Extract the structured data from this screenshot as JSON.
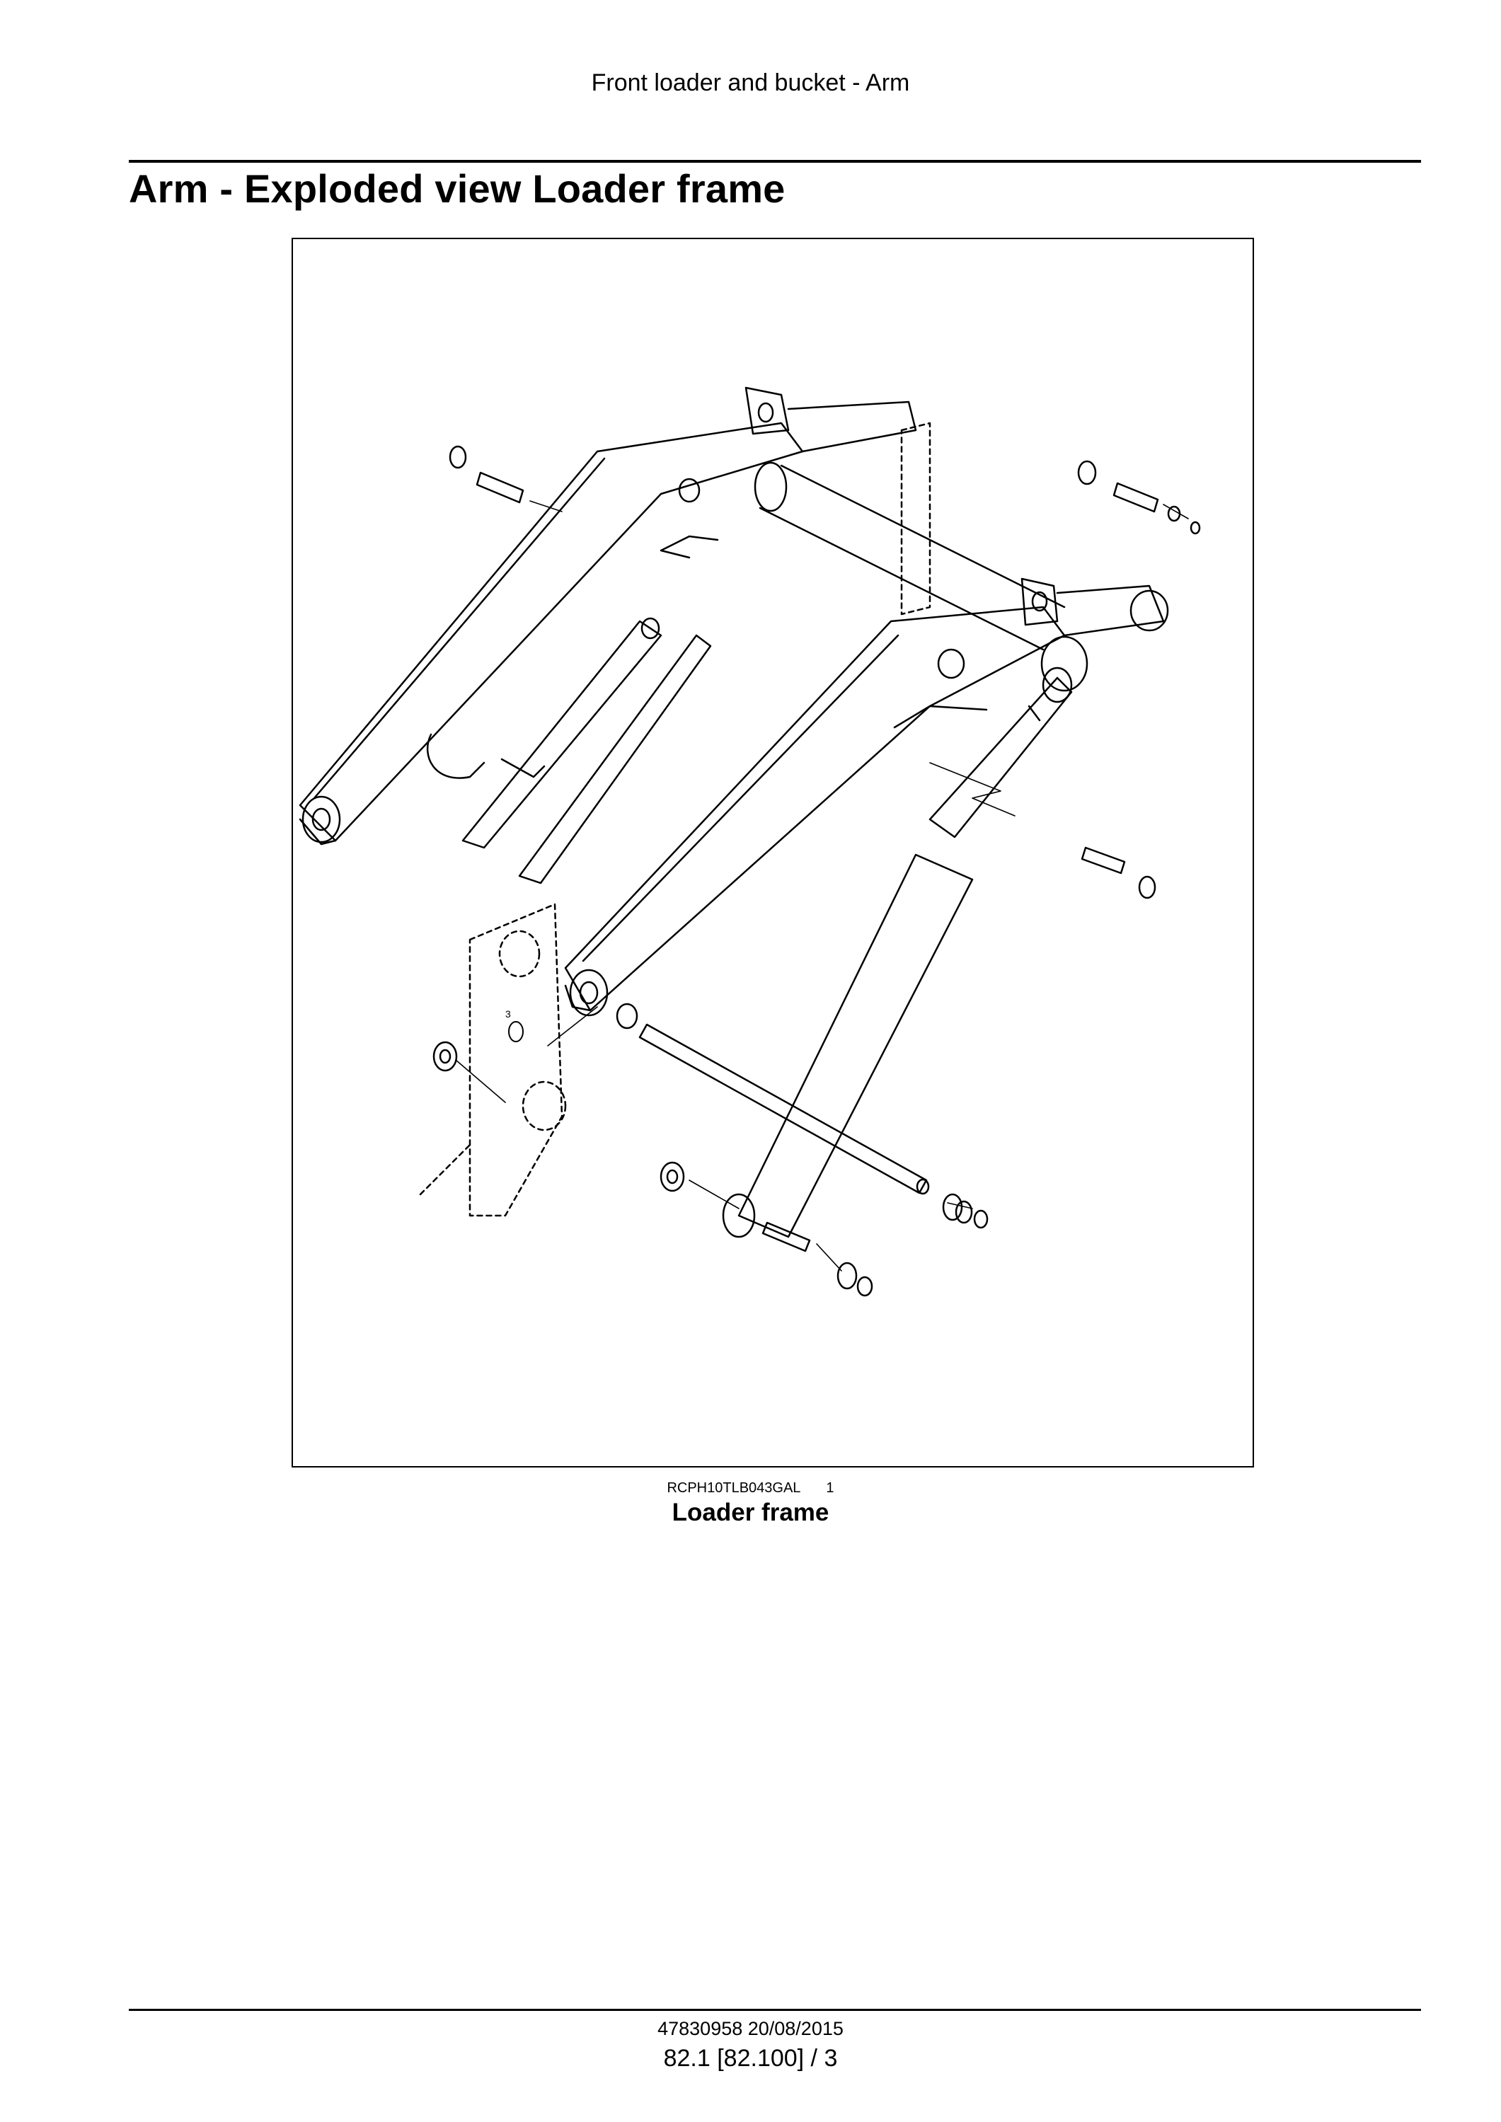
{
  "header": {
    "running_title": "Front loader and bucket - Arm"
  },
  "section": {
    "title": "Arm - Exploded view Loader frame"
  },
  "figure": {
    "reference_code": "RCPH10TLB043GAL",
    "number": "1",
    "caption": "Loader frame",
    "callout_label": "3"
  },
  "footer": {
    "doc_id_date": "47830958 20/08/2015",
    "page": "82.1 [82.100] / 3"
  }
}
